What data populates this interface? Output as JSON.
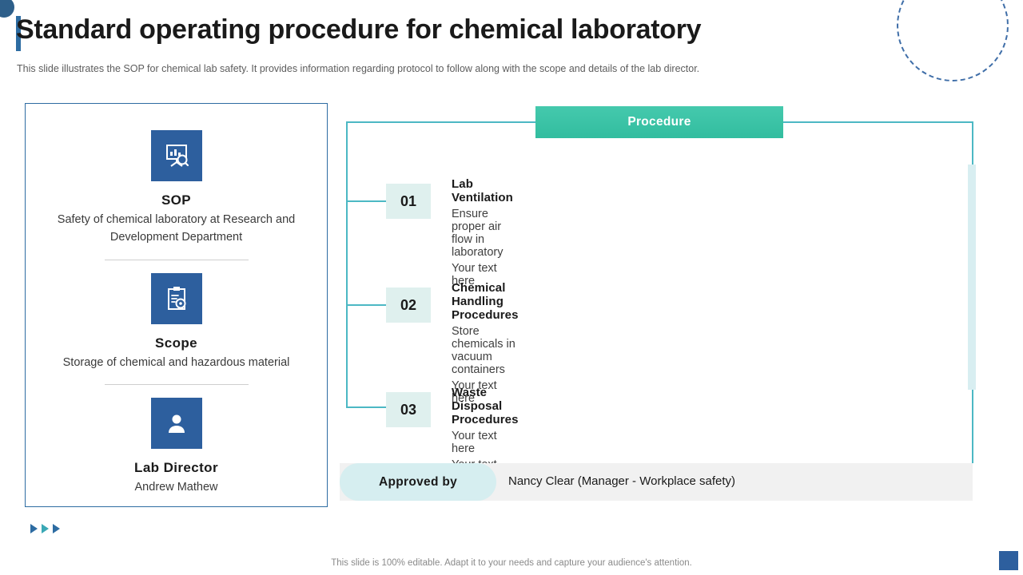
{
  "header": {
    "title": "Standard operating procedure for chemical laboratory",
    "subtitle": "This slide illustrates the SOP for chemical lab safety. It provides information regarding protocol to follow along with the scope and details of the lab director."
  },
  "left_card": {
    "blocks": [
      {
        "icon": "presentation-chart-search-icon",
        "title": "SOP",
        "desc": "Safety of chemical laboratory at Research and Development Department"
      },
      {
        "icon": "clipboard-gear-icon",
        "title": "Scope",
        "desc": "Storage of chemical and hazardous material"
      },
      {
        "icon": "person-icon",
        "title": "Lab Director",
        "desc": "Andrew Mathew"
      }
    ]
  },
  "procedure": {
    "header_label": "Procedure",
    "steps": [
      {
        "number": "01",
        "title": "Lab Ventilation",
        "line1": "Ensure proper air flow in laboratory",
        "line2": "Your text here"
      },
      {
        "number": "02",
        "title": "Chemical Handling Procedures",
        "line1": "Store chemicals in vacuum containers",
        "line2": "Your text here"
      },
      {
        "number": "03",
        "title": "Waste Disposal Procedures",
        "line1": "Your text here",
        "line2": "Your text here"
      }
    ]
  },
  "approved": {
    "label": "Approved by",
    "name": "Nancy Clear (Manager - Workplace safety)"
  },
  "footer": {
    "note": "This slide is 100% editable. Adapt it to your needs and capture your audience's attention."
  },
  "colors": {
    "accent_blue": "#2d5f9e",
    "accent_teal": "#3ec5a8",
    "line_teal": "#4cb8c4",
    "step_bg": "#dff0ee"
  }
}
